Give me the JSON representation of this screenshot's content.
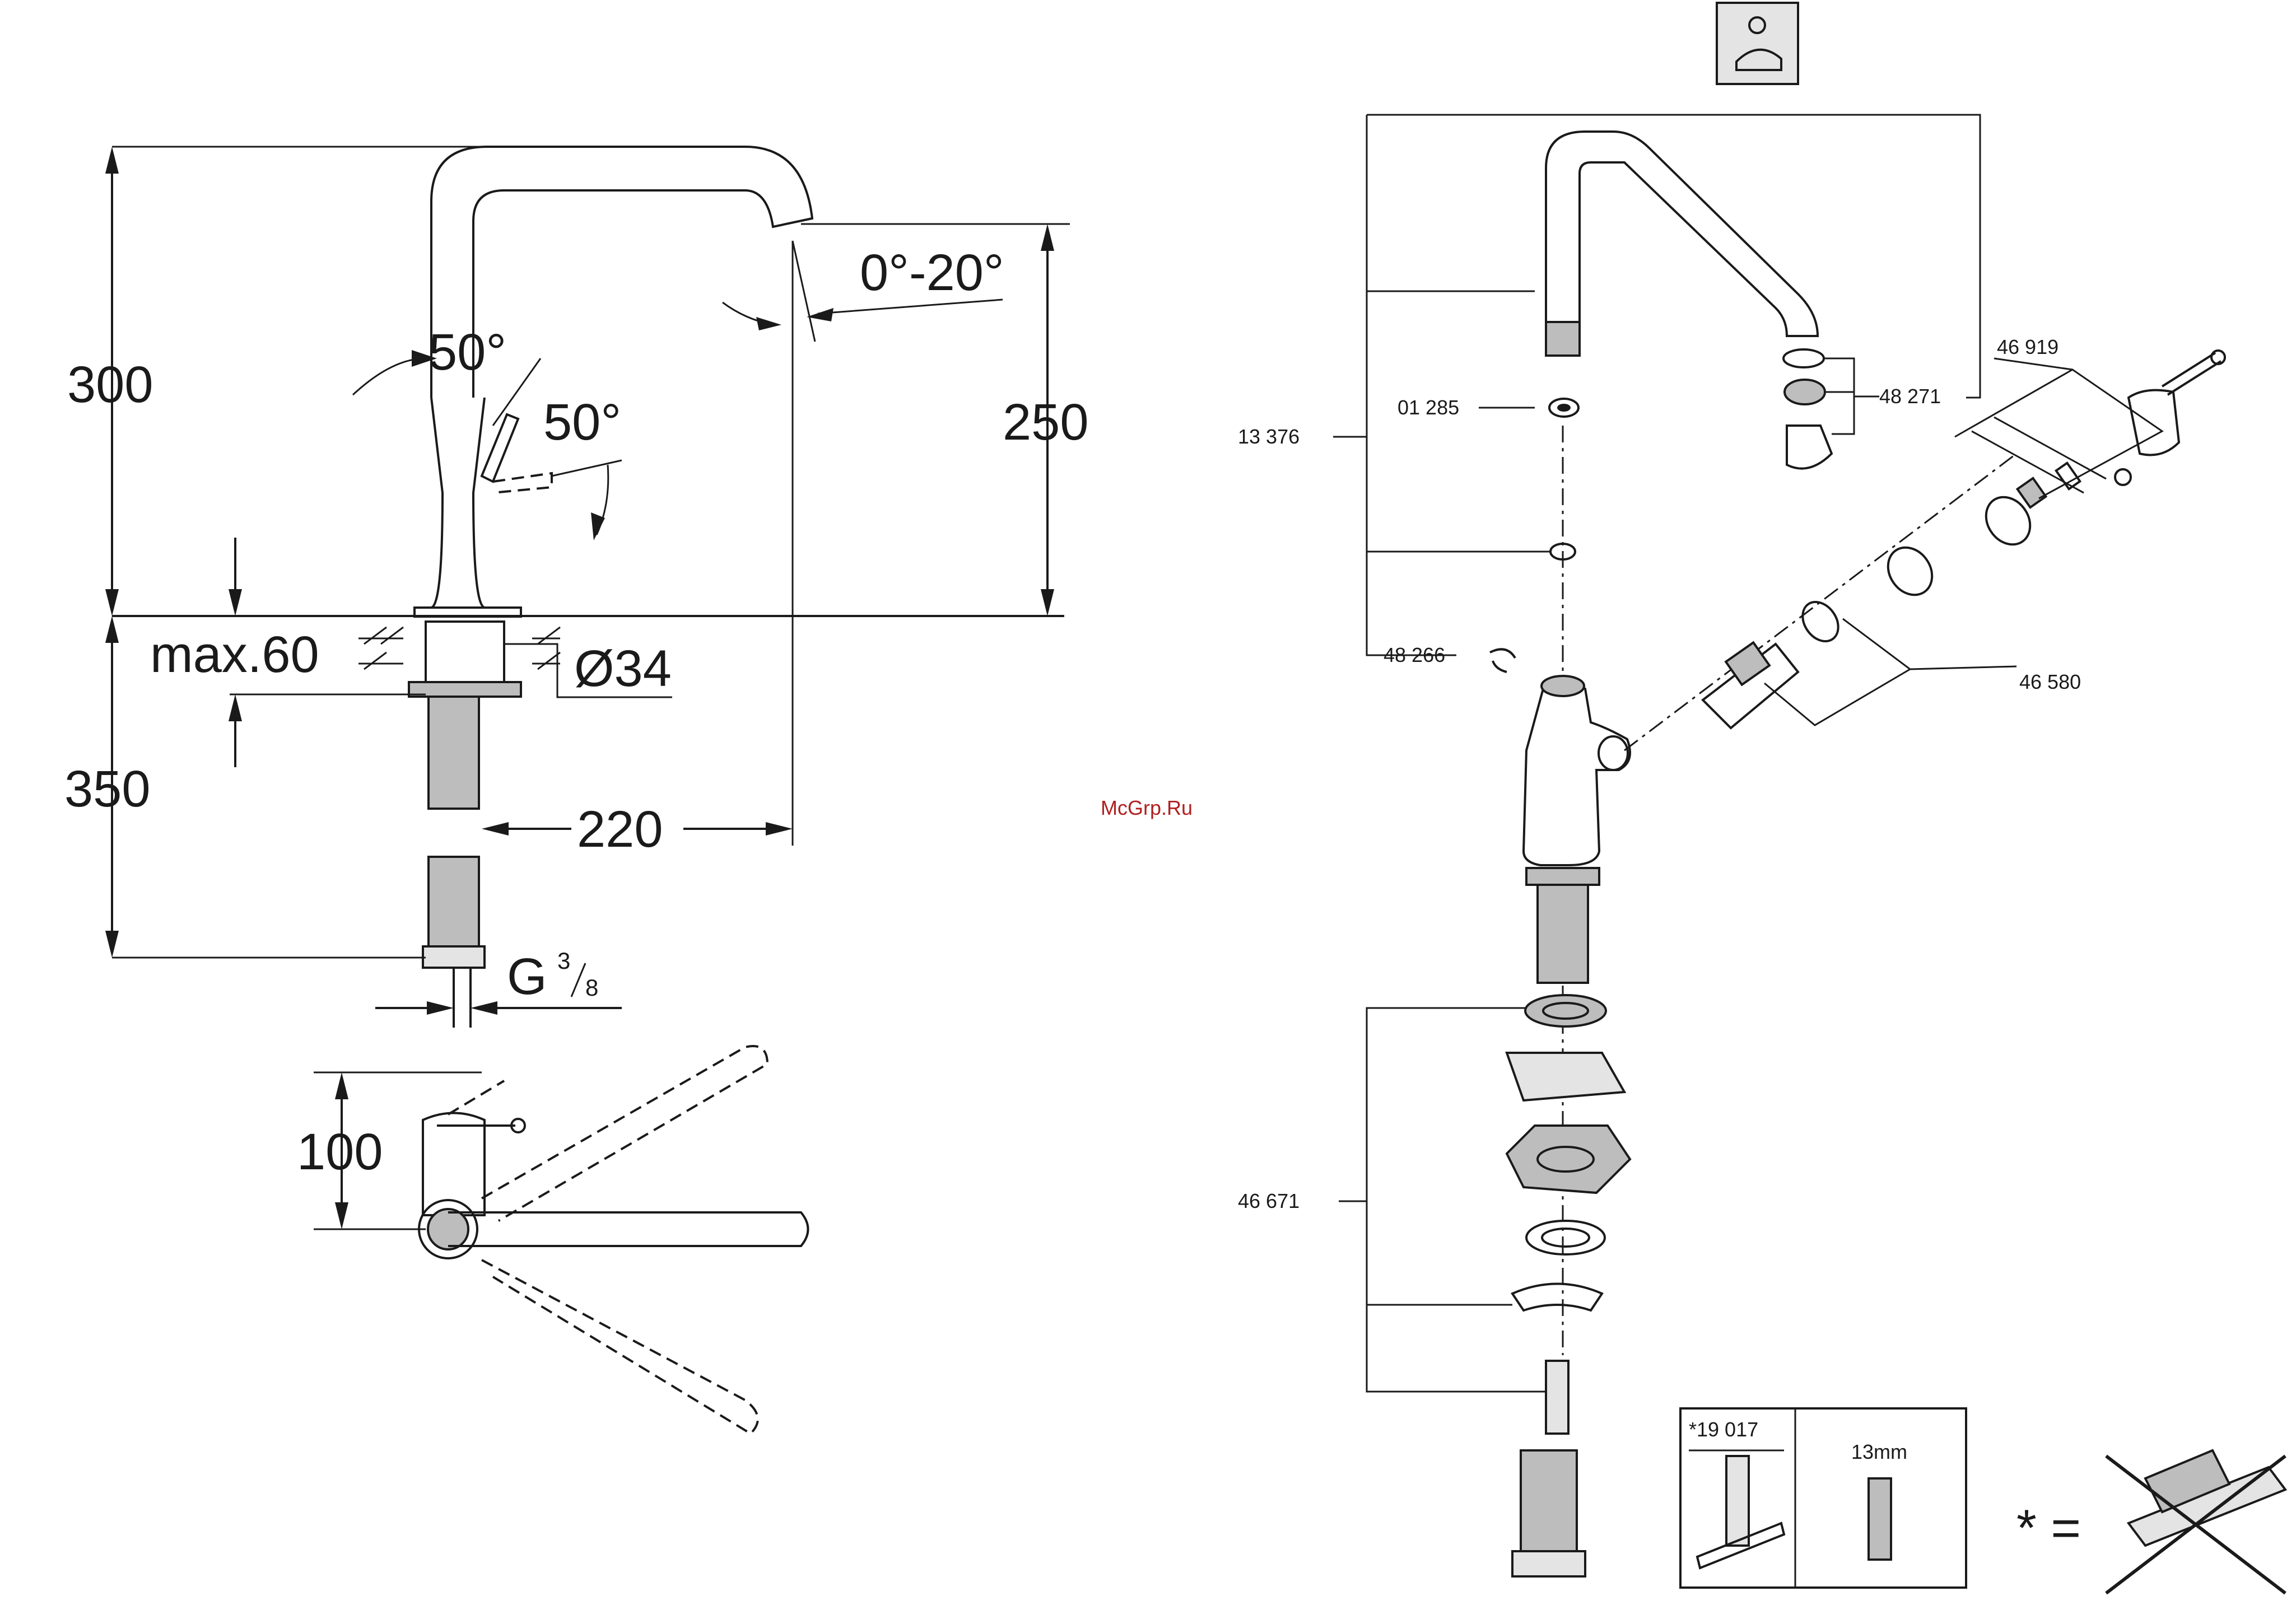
{
  "dimensions": {
    "height_total": "300",
    "height_spout": "250",
    "swivel_angle": "0°-20°",
    "lever_angle_1": "50°",
    "lever_angle_2": "50°",
    "max_deck": "max.60",
    "hole_diameter": "Ø34",
    "hose_length": "350",
    "reach": "220",
    "thread_prefix": "G",
    "thread_num": "3",
    "thread_den": "8",
    "top_view": "100"
  },
  "parts": {
    "spout_kit": "13 376",
    "o_ring": "01 285",
    "aerator": "48 271",
    "clip": "48 266",
    "handle": "46 919",
    "cartridge": "46 580",
    "mounting_kit": "46 671"
  },
  "tools": {
    "tool_code": "*19 017",
    "wrench_size": "13mm"
  },
  "equals_sign": "* =",
  "watermark": "McGrp.Ru",
  "colors": {
    "line": "#1a1a1a",
    "watermark": "#b01e1e",
    "fill_grey": "#bdbdbd"
  }
}
